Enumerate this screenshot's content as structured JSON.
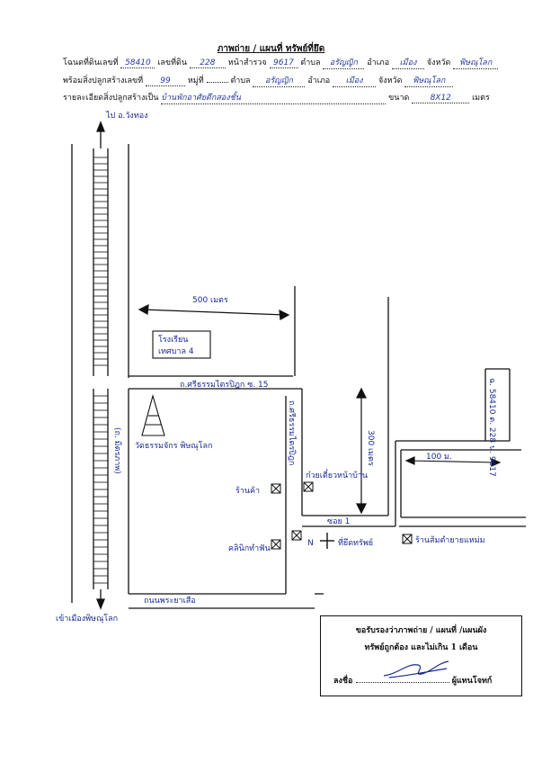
{
  "header": {
    "title": "ภาพถ่าย / แผนที่ ทรัพย์ที่ยึด",
    "row1": {
      "deed_label": "โฉนดที่ดินเลขที่",
      "deed_no": "58410",
      "land_label": "เลขที่ดิน",
      "land_no": "228",
      "survey_label": "หน้าสำรวจ",
      "survey_no": "9617",
      "subdistrict_label": "ตำบล",
      "subdistrict": "อรัญญิก",
      "district_label": "อำเภอ",
      "district": "เมือง",
      "province_label": "จังหวัด",
      "province": "พิษณุโลก"
    },
    "row2": {
      "building_label": "พร้อมสิ่งปลูกสร้างเลขที่",
      "building_no": "99",
      "moo_label": "หมู่ที่",
      "moo_no": "",
      "subdistrict_label": "ตำบล",
      "subdistrict": "อรัญญิก",
      "district_label": "อำเภอ",
      "district": "เมือง",
      "province_label": "จังหวัด",
      "province": "พิษณุโลก"
    },
    "row3": {
      "detail_label": "รายละเอียดสิ่งปลูกสร้างเป็น",
      "detail": "บ้านพักอาศัยตึกสองชั้น",
      "size_label": "ขนาด",
      "size": "8X12",
      "unit": "เมตร"
    }
  },
  "map": {
    "to_north": "ไป อ.วังทอง",
    "to_city": "เข้าเมืองพิษณุโลก",
    "dist_500": "500 เมตร",
    "school": [
      "โรงเรียน",
      "เทศบาล 4"
    ],
    "road_15": "ถ.ศรีธรรมไตรปิฎก ซ. 15",
    "temple": "วัดธรรมจักร พิษณุโลก",
    "main_road": "(ถ. มิตรภาพ)",
    "soi_road": "ถ.ศรีธรรมไตรปิฎก",
    "dist_300": "300 เมตร",
    "dist_100": "100 ม.",
    "deed_mark": "ฉ. 58410 ด. 228 น. 9617",
    "shop1": "ร้านค้า",
    "shop2": "ก๋วยเตี๋ยวหน้าบ้าน",
    "soi1": "ซอย 1",
    "clinic": "คลินิกทำฟัน",
    "north": "N",
    "target": "ที่ยึดทรัพย์",
    "right_shop": "ร้านส้มตำยายแหม่ม",
    "bottom_road": "ถนนพระยาเสือ"
  },
  "certificate": {
    "line1": "ขอรับรองว่าภาพถ่าย / แผนที่ /แผนผัง",
    "line2": "ทรัพย์ถูกต้อง และไม่เกิน 1 เดือน",
    "sign_label": "ลงชื่อ",
    "role": "ผู้แทนโจทก์"
  },
  "colors": {
    "ink": "#111111",
    "pen": "#1a2a90"
  }
}
